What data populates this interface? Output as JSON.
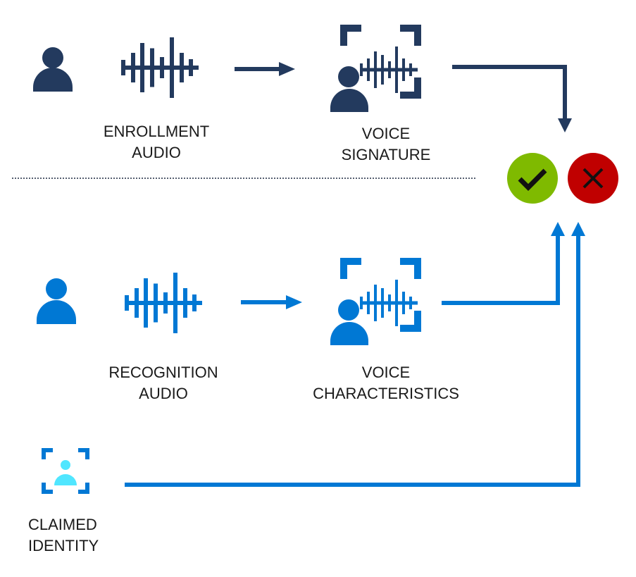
{
  "colors": {
    "enrollment": "#233a5e",
    "recognition": "#0078d4",
    "claimed_person": "#50e6ff",
    "accept": "#7fba00",
    "reject": "#c00000",
    "mark": "#111111",
    "divider": "#555e70",
    "text": "#1a1a1a"
  },
  "enrollment": {
    "person_icon": "person-icon",
    "audio_icon": "waveform-icon",
    "audio_label": [
      "ENROLLMENT",
      "AUDIO"
    ],
    "output_icon": "voice-id-icon",
    "output_label": [
      "VOICE",
      "SIGNATURE"
    ]
  },
  "recognition": {
    "person_icon": "person-icon",
    "audio_icon": "waveform-icon",
    "audio_label": [
      "RECOGNITION",
      "AUDIO"
    ],
    "output_icon": "voice-id-icon",
    "output_label": [
      "VOICE",
      "CHARACTERISTICS"
    ]
  },
  "claimed": {
    "icon": "identity-scan-icon",
    "label": [
      "CLAIMED",
      "IDENTITY"
    ]
  },
  "results": {
    "accept_icon": "checkmark-icon",
    "reject_icon": "cross-icon"
  }
}
